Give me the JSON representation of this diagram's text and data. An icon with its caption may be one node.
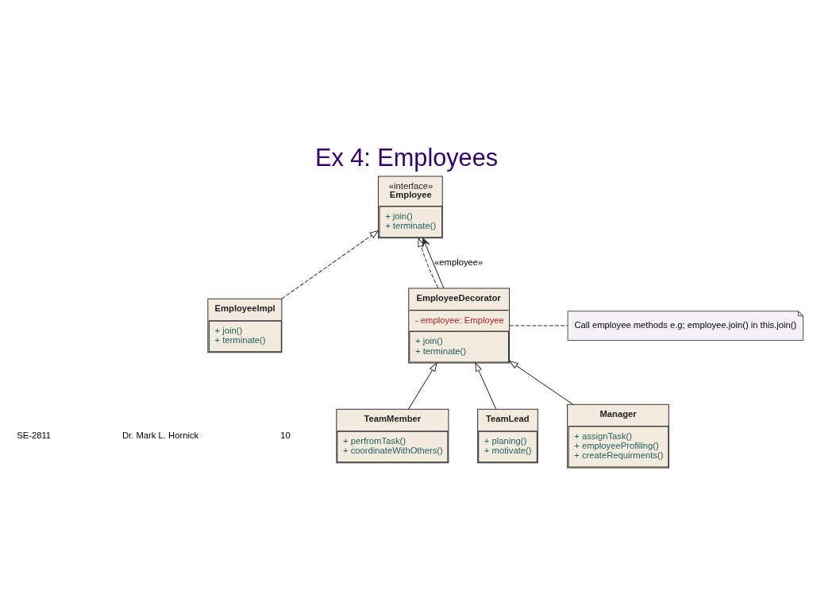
{
  "diagram": {
    "title": "Ex 4: Employees",
    "nodes": [
      {
        "text": [
          "«interface»",
          "Employee",
          "+ join()",
          "+ terminate()"
        ]
      },
      {
        "text": [
          "EmployeeImpl",
          "+ join()",
          "+ terminate()"
        ]
      },
      {
        "text": [
          "EmployeeDecorator",
          "- employee: Employee",
          "+ join()",
          "+ terminate()"
        ]
      },
      {
        "text": [
          "Call employee methods e.g; employee.join() in this.join()"
        ]
      },
      {
        "text": [
          "TeamMember",
          "+ perfromTask()",
          "+ coordinateWithOthers()"
        ]
      },
      {
        "text": [
          "TeamLead",
          "+ planing()",
          "+ motivate()"
        ]
      },
      {
        "text": [
          "Manager",
          "+ assignTask()",
          "+ employeeProfiling()",
          "+ createRequirments()"
        ]
      }
    ],
    "edges": [
      {
        "from": 1,
        "to": 0,
        "arrow": "to",
        "style": "dashed"
      },
      {
        "from": 2,
        "to": 0,
        "arrow": "to",
        "style": "dashed"
      },
      {
        "from": 2,
        "to": 0,
        "arrow": "to",
        "label": "«employee»"
      },
      {
        "from": 2,
        "to": 3,
        "arrow": "none",
        "style": "dashed"
      },
      {
        "from": 4,
        "to": 2,
        "arrow": "to"
      },
      {
        "from": 5,
        "to": 2,
        "arrow": "to"
      },
      {
        "from": 6,
        "to": 2,
        "arrow": "to"
      }
    ],
    "labels": [
      "SE-2811",
      "Dr. Mark L. Hornick",
      "10"
    ]
  }
}
